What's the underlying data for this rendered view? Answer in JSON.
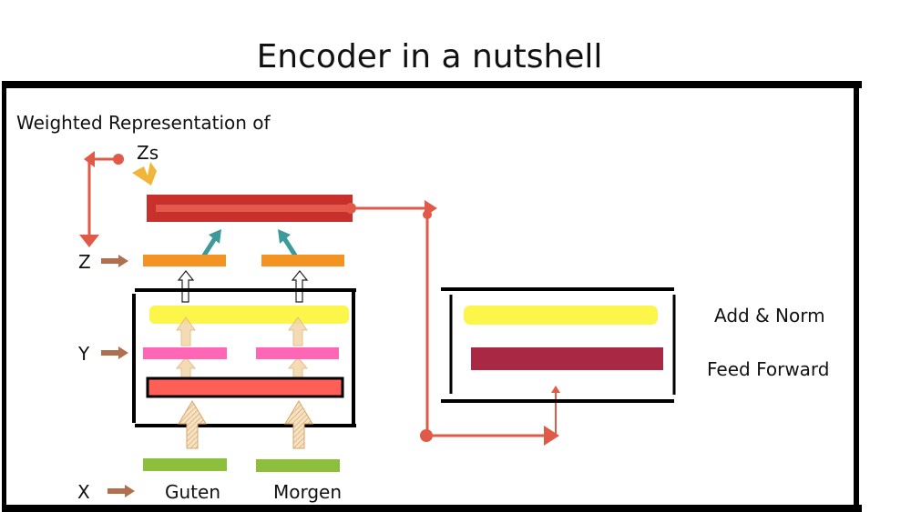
{
  "title": "Encoder in a nutshell",
  "labels": {
    "weighted": "Weighted Representation of",
    "zs": "Zs",
    "z": "Z",
    "y": "Y",
    "x": "X",
    "word1": "Guten",
    "word2": "Morgen",
    "add_norm": "Add & Norm",
    "feed_forward": "Feed Forward"
  },
  "colors": {
    "weighted_bar": "#c8302c",
    "weighted_bar_inner": "#e4594c",
    "connector": "#e05a47",
    "z_bar": "#f39321",
    "y_bar": "#ff66b6",
    "attention_layer": "#ff5f56",
    "norm_layer": "#fcf64a",
    "feed_forward_layer": "#a92844",
    "x_bar": "#8dbf3c",
    "label_arrow": "#b0704f",
    "teal_arrow": "#3c9a9a",
    "zs_chevron": "#f0b63a",
    "input_arrow": "#f2d6a6"
  }
}
